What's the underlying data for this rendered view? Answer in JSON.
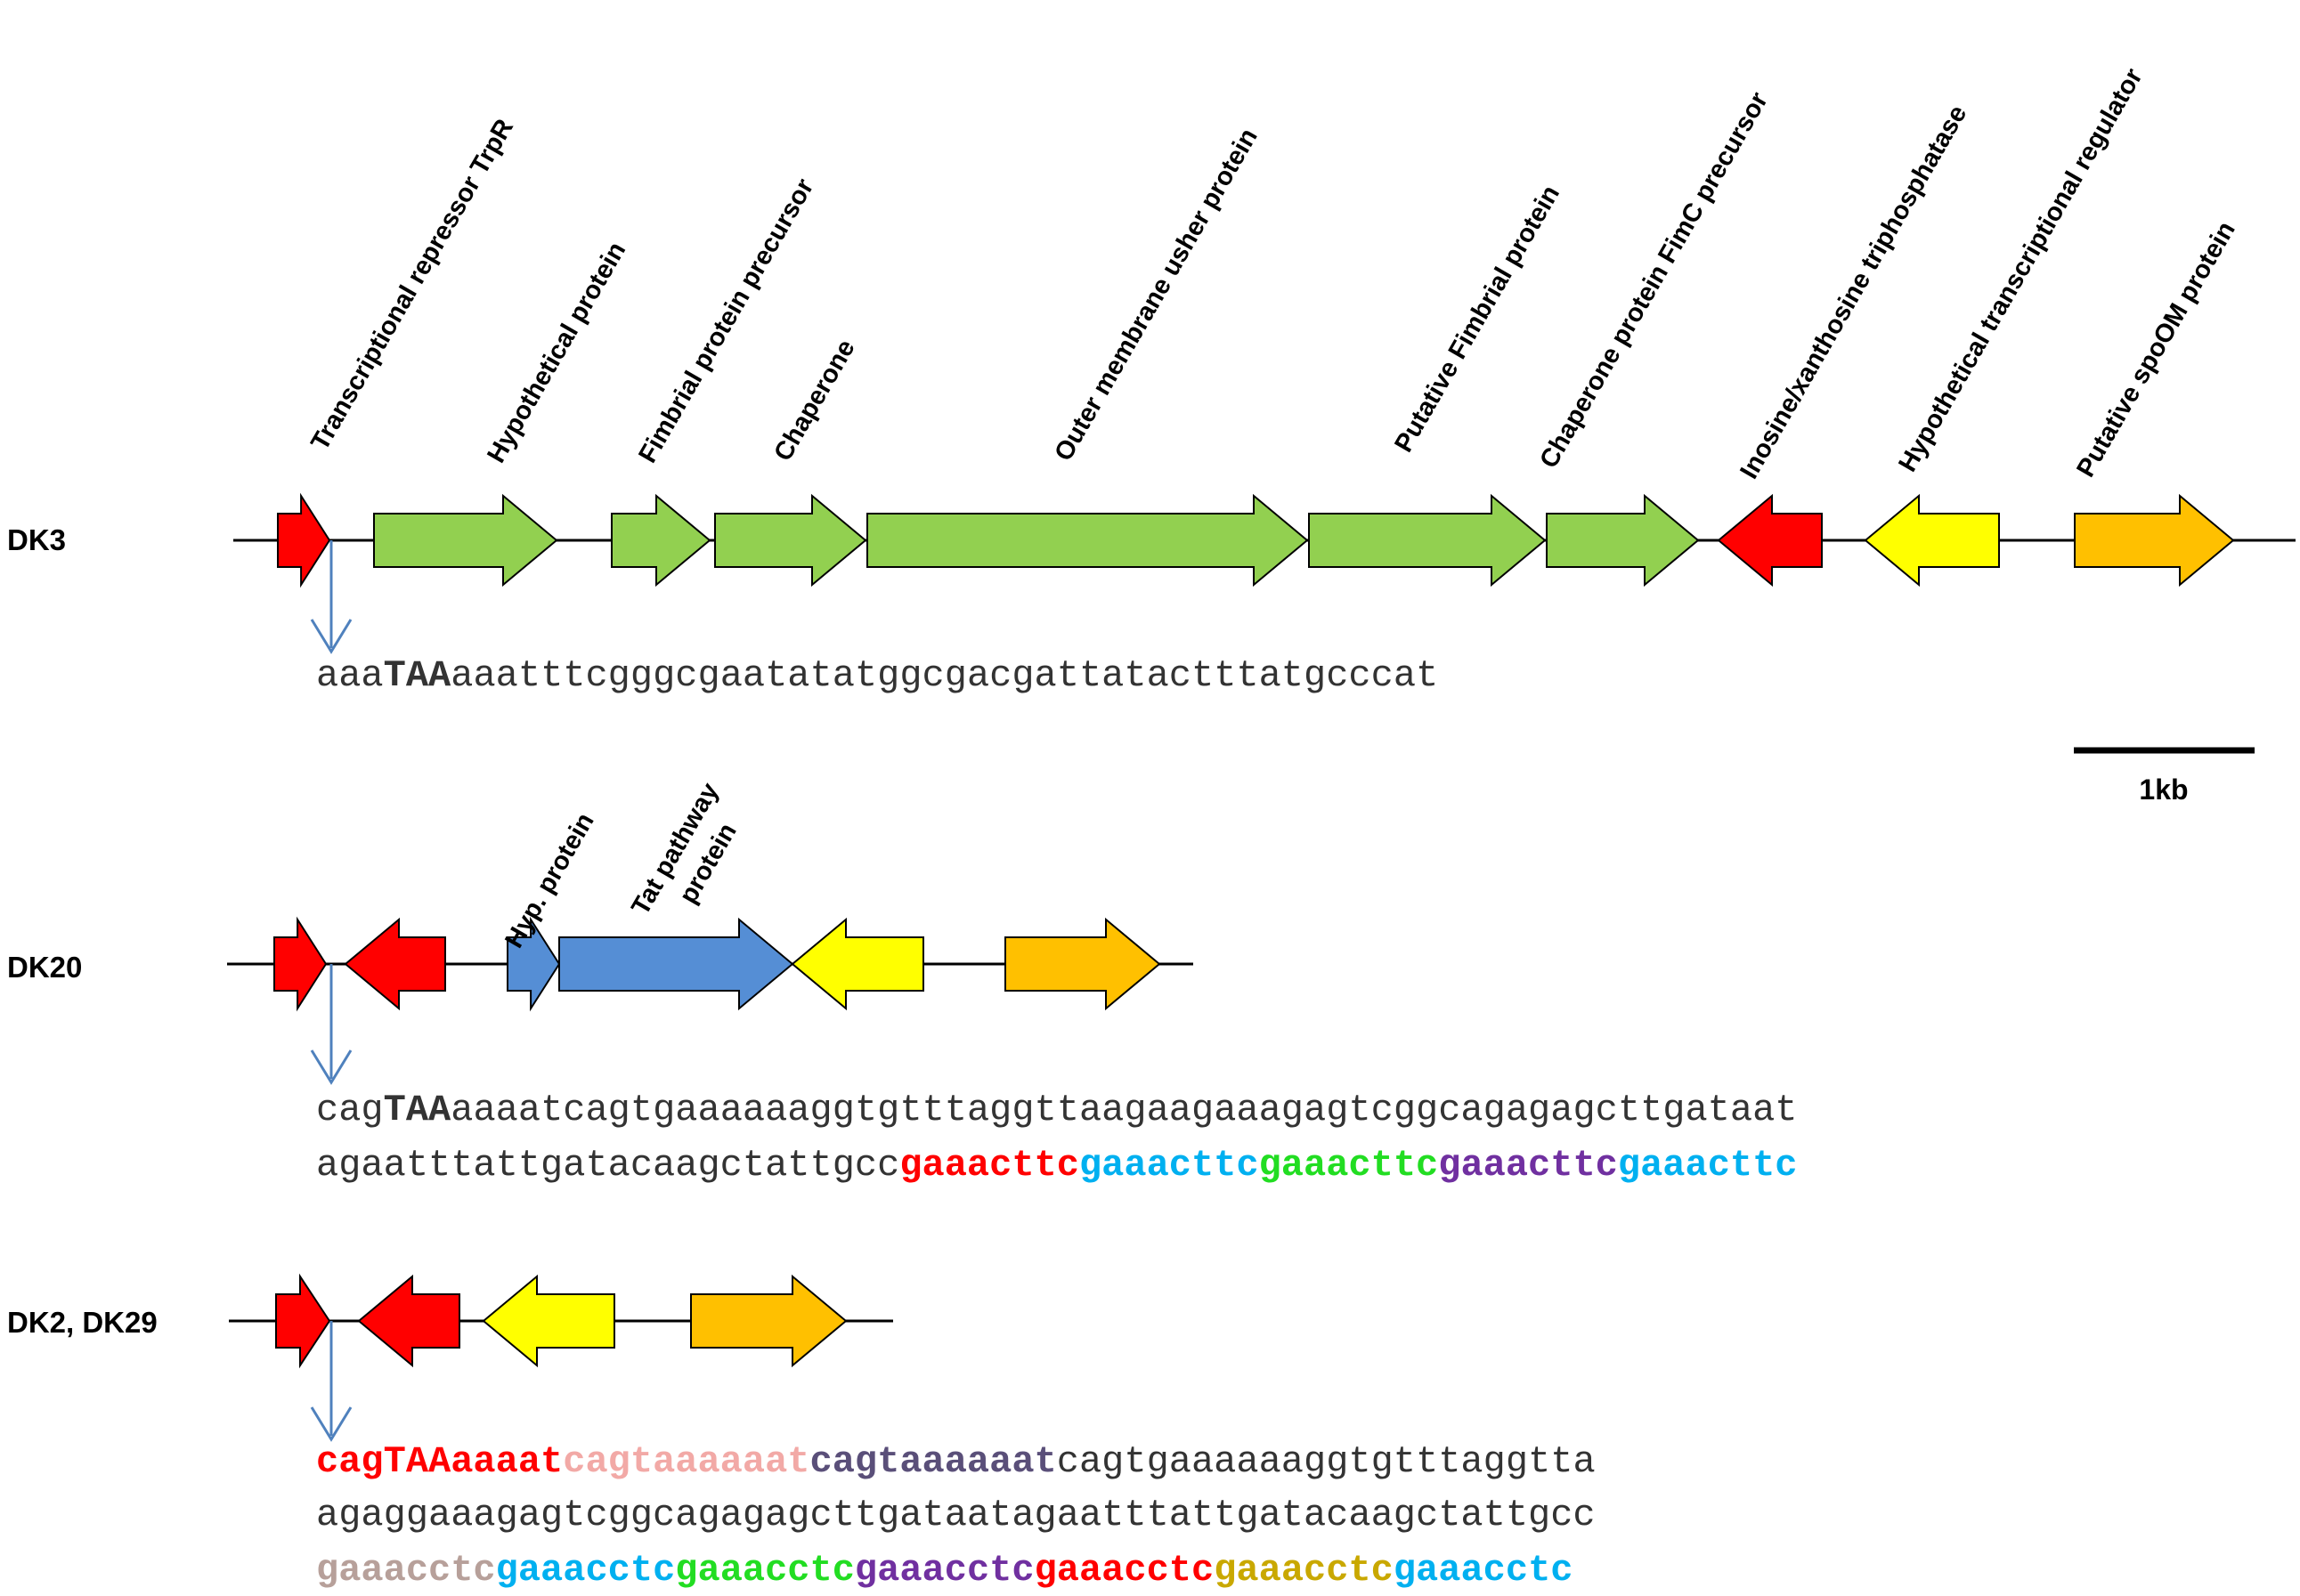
{
  "colors": {
    "red": "#ff0000",
    "green": "#92d050",
    "yellow": "#ffff00",
    "orange": "#ffc000",
    "blue": "#558ed5",
    "pointer_arrow": "#4f81bd",
    "seq_dark": "#333333",
    "seq_red": "#ff0000",
    "seq_pink": "#f2a9a6",
    "seq_slate": "#5a4f79",
    "seq_cyan": "#00b0f0",
    "seq_green": "#22dd22",
    "seq_purple": "#7030a0",
    "seq_taupe": "#b7a09a",
    "seq_olive": "#c9a800"
  },
  "tracks": [
    {
      "label": "DK3",
      "genes": [
        {
          "color": "red",
          "direction": "right",
          "label": "Transcriptional  repressor TrpR"
        },
        {
          "color": "green",
          "direction": "right",
          "label": "Hypothetical protein"
        },
        {
          "color": "green",
          "direction": "right",
          "label": "Fimbrial protein precursor"
        },
        {
          "color": "green",
          "direction": "right",
          "label": "Chaperone"
        },
        {
          "color": "green",
          "direction": "right",
          "label": "Outer membrane usher protein"
        },
        {
          "color": "green",
          "direction": "right",
          "label": "Putative Fimbrial protein"
        },
        {
          "color": "green",
          "direction": "right",
          "label": "Chaperone protein FimC precursor"
        },
        {
          "color": "red",
          "direction": "left",
          "label": "Inosine/xanthosine triphosphatase"
        },
        {
          "color": "yellow",
          "direction": "left",
          "label": "Hypothetical transcriptional regulator"
        },
        {
          "color": "orange",
          "direction": "right",
          "label": "Putative spoOM protein"
        }
      ],
      "sequence_lines": [
        [
          {
            "text": "aaa",
            "color": "seq_dark",
            "bold": false
          },
          {
            "text": "TAA",
            "color": "seq_dark",
            "bold": true
          },
          {
            "text": "aaatttcgggcgaatatatggcgacgattatactttatgcccat",
            "color": "seq_dark",
            "bold": false
          }
        ]
      ]
    },
    {
      "label": "DK20",
      "genes": [
        {
          "color": "red",
          "direction": "right",
          "label": ""
        },
        {
          "color": "red",
          "direction": "left",
          "label": ""
        },
        {
          "color": "blue",
          "direction": "right",
          "label": "Hyp. protein"
        },
        {
          "color": "blue",
          "direction": "right",
          "label": "Tat pathway\nprotein"
        },
        {
          "color": "yellow",
          "direction": "left",
          "label": ""
        },
        {
          "color": "orange",
          "direction": "right",
          "label": ""
        }
      ],
      "sequence_lines": [
        [
          {
            "text": "cag",
            "color": "seq_dark",
            "bold": false
          },
          {
            "text": "TAA",
            "color": "seq_dark",
            "bold": true
          },
          {
            "text": "aaaatcagtgaaaaaaggtgtttaggttaagaagaaagagtcggcagagagcttgataat",
            "color": "seq_dark",
            "bold": false
          }
        ],
        [
          {
            "text": "agaatttattgatacaagctattgcc",
            "color": "seq_dark",
            "bold": false
          },
          {
            "text": "gaaacttc",
            "color": "seq_red",
            "bold": true
          },
          {
            "text": "gaaacttc",
            "color": "seq_cyan",
            "bold": true
          },
          {
            "text": "gaaacttc",
            "color": "seq_green",
            "bold": true
          },
          {
            "text": "gaaacttc",
            "color": "seq_purple",
            "bold": true
          },
          {
            "text": "gaaacttc",
            "color": "seq_cyan",
            "bold": true
          }
        ]
      ]
    },
    {
      "label": "DK2, DK29",
      "genes": [
        {
          "color": "red",
          "direction": "right",
          "label": ""
        },
        {
          "color": "red",
          "direction": "left",
          "label": ""
        },
        {
          "color": "yellow",
          "direction": "left",
          "label": ""
        },
        {
          "color": "orange",
          "direction": "right",
          "label": ""
        }
      ],
      "sequence_lines": [
        [
          {
            "text": "cagTAAaaaat",
            "color": "seq_red",
            "bold": true
          },
          {
            "text": "cagtaaaaaat",
            "color": "seq_pink",
            "bold": true
          },
          {
            "text": "cagtaaaaaat",
            "color": "seq_slate",
            "bold": true
          },
          {
            "text": "cagtgaaaaaaggtgtttaggtta",
            "color": "seq_dark",
            "bold": false
          }
        ],
        [
          {
            "text": "agaggaaagagtcggcagagagcttgataatagaatttattgatacaagctattgcc",
            "color": "seq_dark",
            "bold": false
          }
        ],
        [
          {
            "text": "gaaacctc",
            "color": "seq_taupe",
            "bold": true
          },
          {
            "text": "gaaacctc",
            "color": "seq_cyan",
            "bold": true
          },
          {
            "text": "gaaacctc",
            "color": "seq_green",
            "bold": true
          },
          {
            "text": "gaaacctc",
            "color": "seq_purple",
            "bold": true
          },
          {
            "text": "gaaacctc",
            "color": "seq_red",
            "bold": true
          },
          {
            "text": "gaaacctc",
            "color": "seq_olive",
            "bold": true
          },
          {
            "text": "gaaacctc",
            "color": "seq_cyan",
            "bold": true
          }
        ]
      ]
    }
  ],
  "scale_bar": {
    "label": "1kb"
  }
}
